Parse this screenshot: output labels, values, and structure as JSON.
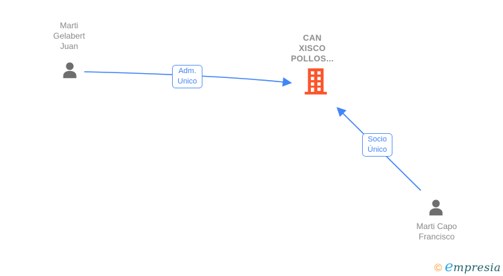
{
  "chart": {
    "type": "corporate-relationship-graph",
    "nodes": {
      "person1": {
        "type": "person",
        "name": "Marti Gelabert Juan",
        "lines": [
          "Marti",
          "Gelabert",
          "Juan"
        ]
      },
      "company": {
        "type": "company",
        "name": "CAN XISCO POLLOS...",
        "lines": [
          "CAN",
          "XISCO",
          "POLLOS..."
        ]
      },
      "person2": {
        "type": "person",
        "name": "Marti Capo Francisco",
        "lines": [
          "Marti Capo",
          "Francisco"
        ]
      }
    },
    "edges": {
      "adm": {
        "from": "person1",
        "to": "company",
        "label": "Adm. Unico",
        "lines": [
          "Adm.",
          "Unico"
        ]
      },
      "socio": {
        "from": "person2",
        "to": "company",
        "label": "Socio Único",
        "lines": [
          "Socio",
          "Único"
        ]
      }
    }
  },
  "colors": {
    "edge_blue": "#4285F4",
    "edge_border_blue": "#5b97f7",
    "node_gray": "#6e6e6e",
    "label_gray": "#8a8a8a",
    "company_label_gray": "#8c8c8c",
    "building_orange": "#fb552a",
    "logo_orange": "#F7941E",
    "logo_light_blue": "#2FA8E2",
    "logo_dark": "#1F5F66"
  },
  "watermark": {
    "copyright_symbol": "©",
    "brand_initial": "e",
    "brand_rest": "mpresia",
    "brand_full": "empresia"
  }
}
